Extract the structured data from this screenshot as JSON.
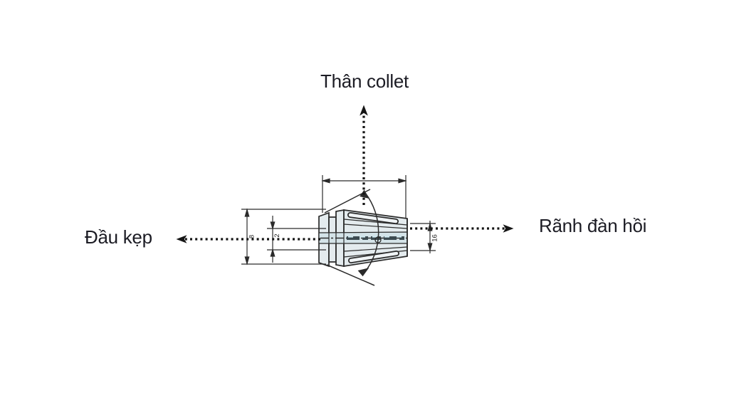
{
  "page": {
    "background": "#ffffff"
  },
  "labels": {
    "top": "Thân collet",
    "left": "Đầu kẹp",
    "right": "Rãnh đàn hồi"
  },
  "dimensions": {
    "outer_diameter": "8",
    "inner_diameter": "2",
    "nose_diameter": "16"
  },
  "colors": {
    "ink": "#1c1c24",
    "line": "#2b2b2b",
    "leader": "#151515",
    "body_fill": "#e4ebee",
    "center_band_fill": "#d4e3e8",
    "slot_interior": "#f0f4f6",
    "slot_highlight": "#cfe7ee"
  }
}
